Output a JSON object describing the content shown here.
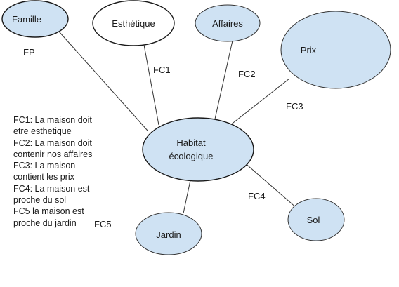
{
  "colors": {
    "node_fill": "#cfe2f3",
    "node_fill_white": "#ffffff",
    "stroke": "#1a1a1a",
    "edge": "#333333"
  },
  "nodes": {
    "famille": "Famille",
    "esthetique": "Esthétique",
    "affaires": "Affaires",
    "prix": "Prix",
    "habitat_line1": "Habitat",
    "habitat_line2": "écologique",
    "jardin": "Jardin",
    "sol": "Sol"
  },
  "function_labels": {
    "fp": "FP",
    "fc1": "FC1",
    "fc2": "FC2",
    "fc3": "FC3",
    "fc4": "FC4",
    "fc5": "FC5"
  },
  "legend_lines": [
    "FC1: La maison doit",
    "etre esthetique",
    "FC2: La maison doit",
    "contenir nos affaires",
    "FC3: La maison",
    "contient les prix",
    "FC4: La maison est",
    "proche du sol",
    "FC5 la maison est",
    "proche du jardin"
  ]
}
